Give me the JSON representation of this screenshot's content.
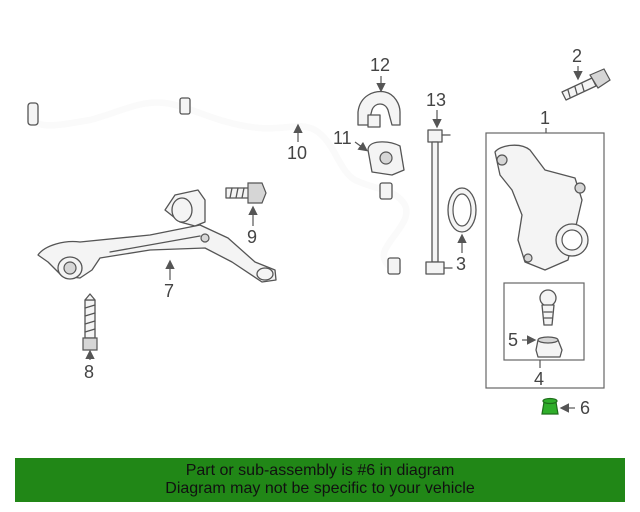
{
  "callouts": {
    "c1": "1",
    "c2": "2",
    "c3": "3",
    "c4": "4",
    "c5": "5",
    "c6": "6",
    "c7": "7",
    "c8": "8",
    "c9": "9",
    "c10": "10",
    "c11": "11",
    "c12": "12",
    "c13": "13"
  },
  "banner": {
    "line1": "Part or sub-assembly is #6 in diagram",
    "line2": "Diagram may not be specific to your vehicle"
  },
  "colors": {
    "highlight": "#2fae2a",
    "banner": "#218717"
  }
}
